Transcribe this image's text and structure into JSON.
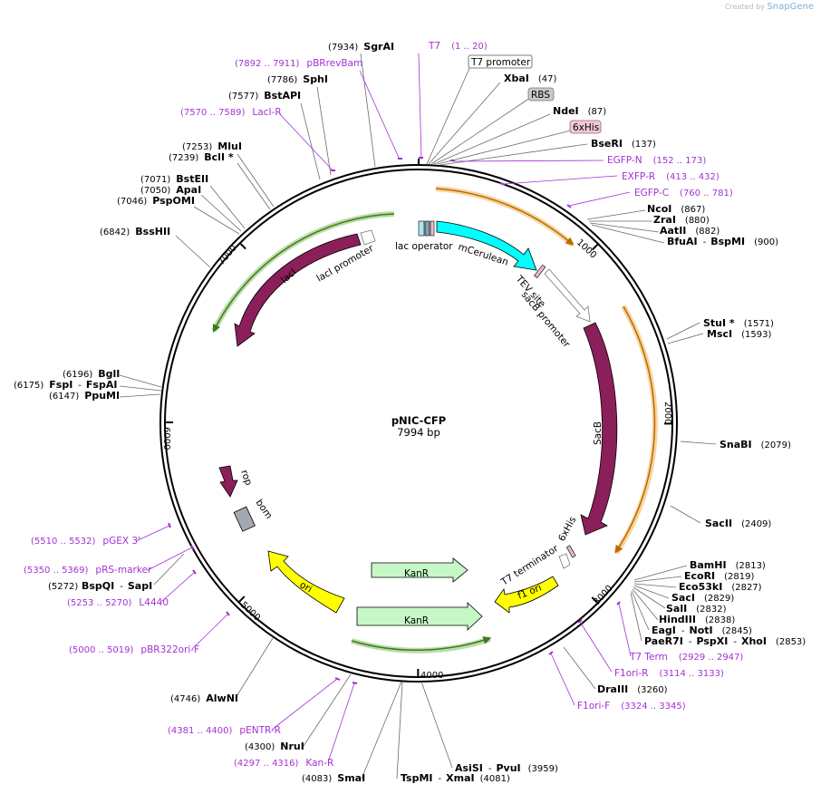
{
  "credit": {
    "prefix": "Created by",
    "brand": "SnapGene"
  },
  "plasmid": {
    "name": "pNIC-CFP",
    "size": "7994 bp"
  },
  "ticks": [
    "1000",
    "2000",
    "3000",
    "4000",
    "5000",
    "6000",
    "7000"
  ],
  "boxed_labels": {
    "t7_promoter": "T7 promoter",
    "rbs": "RBS",
    "his6": "6xHis"
  },
  "features": {
    "lac_operator": "lac operator",
    "mcerulean": "mCerulean",
    "tev_site": "TEV site",
    "sacb_promoter": "sacB promoter",
    "sacb": "SacB",
    "his6_c": "6xHis",
    "t7_terminator": "T7 terminator",
    "f1_ori": "f1 ori",
    "kanr_1": "KanR",
    "kanr_2": "KanR",
    "ori": "ori",
    "bom": "bom",
    "rop": "rop",
    "laci": "lacI",
    "laci_promoter": "lacI promoter"
  },
  "enzymes": {
    "sgrai": {
      "name": "SgrAI",
      "pos": "(7934)"
    },
    "sphi": {
      "name": "SphI",
      "pos": "(7786)"
    },
    "bstapi": {
      "name": "BstAPI",
      "pos": "(7577)"
    },
    "mlui": {
      "name": "MluI",
      "pos": "(7253)"
    },
    "bcli": {
      "name": "BclI *",
      "pos": "(7239)"
    },
    "bsteii": {
      "name": "BstEII",
      "pos": "(7071)"
    },
    "apai": {
      "name": "ApaI",
      "pos": "(7050)"
    },
    "pspomi": {
      "name": "PspOMI",
      "pos": "(7046)"
    },
    "bsshii": {
      "name": "BssHII",
      "pos": "(6842)"
    },
    "bgli": {
      "name": "BglI",
      "pos": "(6196)"
    },
    "fspi": {
      "name": "FspI",
      "sep": "-",
      "name2": "FspAI",
      "pos": "(6175)"
    },
    "ppumi": {
      "name": "PpuMI",
      "pos": "(6147)"
    },
    "xbai": {
      "name": "XbaI",
      "pos": "(47)"
    },
    "ndei": {
      "name": "NdeI",
      "pos": "(87)"
    },
    "bseri": {
      "name": "BseRI",
      "pos": "(137)"
    },
    "ncoi": {
      "name": "NcoI",
      "pos": "(867)"
    },
    "zrai": {
      "name": "ZraI",
      "pos": "(880)"
    },
    "aatii": {
      "name": "AatII",
      "pos": "(882)"
    },
    "bfuai": {
      "name": "BfuAI",
      "sep": "-",
      "name2": "BspMI",
      "pos": "(900)"
    },
    "stui": {
      "name": "StuI *",
      "pos": "(1571)"
    },
    "msci": {
      "name": "MscI",
      "pos": "(1593)"
    },
    "snabi": {
      "name": "SnaBI",
      "pos": "(2079)"
    },
    "sacii": {
      "name": "SacII",
      "pos": "(2409)"
    },
    "bamhi": {
      "name": "BamHI",
      "pos": "(2813)"
    },
    "ecori": {
      "name": "EcoRI",
      "pos": "(2819)"
    },
    "eco53ki": {
      "name": "Eco53kI",
      "pos": "(2827)"
    },
    "saci": {
      "name": "SacI",
      "pos": "(2829)"
    },
    "sali": {
      "name": "SalI",
      "pos": "(2832)"
    },
    "hindiii": {
      "name": "HindIII",
      "pos": "(2838)"
    },
    "eagi": {
      "name": "EagI",
      "sep": "-",
      "name2": "NotI",
      "pos": "(2845)"
    },
    "pae7i": {
      "name": "PaeR7I",
      "sep": "-",
      "name2": "PspXI",
      "sep2": "-",
      "name3": "XhoI",
      "pos": "(2853)"
    },
    "draiii": {
      "name": "DraIII",
      "pos": "(3260)"
    },
    "asisi": {
      "name": "AsiSI",
      "sep": "-",
      "name2": "PvuI",
      "pos": "(3959)"
    },
    "tspmi": {
      "name": "TspMI",
      "sep": "-",
      "name2": "XmaI",
      "pos": "(4081)"
    },
    "smai": {
      "name": "SmaI",
      "pos": "(4083)"
    },
    "nrui": {
      "name": "NruI",
      "pos": "(4300)"
    },
    "alwni": {
      "name": "AlwNI",
      "pos": "(4746)"
    },
    "bspqi": {
      "name": "BspQI",
      "sep": "-",
      "name2": "SapI",
      "pos": "(5272)"
    }
  },
  "primers": {
    "t7": {
      "name": "T7",
      "pos": "(1 .. 20)"
    },
    "pbrrevbam": {
      "name": "pBRrevBam",
      "pos": "(7892 .. 7911)"
    },
    "laci_r": {
      "name": "LacI-R",
      "pos": "(7570 .. 7589)"
    },
    "egfp_n": {
      "name": "EGFP-N",
      "pos": "(152 .. 173)"
    },
    "exfp_r": {
      "name": "EXFP-R",
      "pos": "(413 .. 432)"
    },
    "egfp_c": {
      "name": "EGFP-C",
      "pos": "(760 .. 781)"
    },
    "t7_term": {
      "name": "T7 Term",
      "pos": "(2929 .. 2947)"
    },
    "f1ori_r": {
      "name": "F1ori-R",
      "pos": "(3114 .. 3133)"
    },
    "f1ori_f": {
      "name": "F1ori-F",
      "pos": "(3324 .. 3345)"
    },
    "pentr_r": {
      "name": "pENTR-R",
      "pos": "(4381 .. 4400)"
    },
    "kan_r": {
      "name": "Kan-R",
      "pos": "(4297 .. 4316)"
    },
    "pbr322ori_f": {
      "name": "pBR322ori-F",
      "pos": "(5000 .. 5019)"
    },
    "l4440": {
      "name": "L4440",
      "pos": "(5253 .. 5270)"
    },
    "prs_marker": {
      "name": "pRS-marker",
      "pos": "(5350 .. 5369)"
    },
    "pgex3": {
      "name": "pGEX 3'",
      "pos": "(5510 .. 5532)"
    }
  },
  "colors": {
    "mcerulean": "#00ffff",
    "sacb": "#8b1f5a",
    "f1ori": "#ffff00",
    "kanr": "#c6f7c6",
    "orf": "#f4b860",
    "orf_green": "#6ab23b",
    "primer": "#a232d2",
    "rbs": "#c8c8c8",
    "his": "#f0c8d8"
  }
}
